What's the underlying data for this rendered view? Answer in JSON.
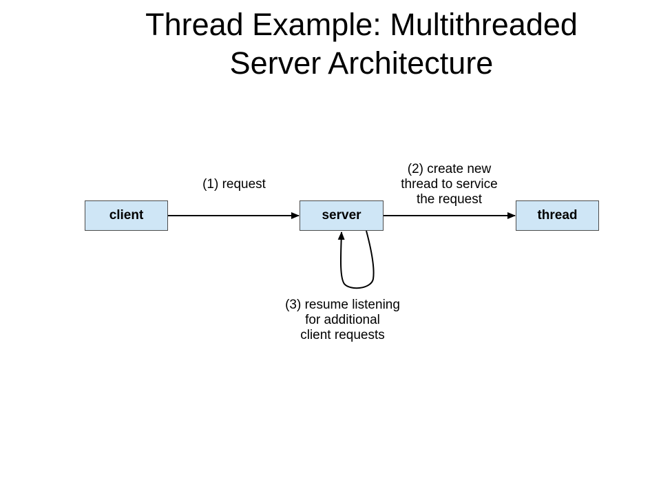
{
  "title": {
    "line1": "Thread Example: Multithreaded",
    "line2": "Server Architecture"
  },
  "nodes": {
    "client": "client",
    "server": "server",
    "thread": "thread"
  },
  "edges": {
    "request": {
      "line1": "(1) request"
    },
    "create": {
      "line1": "(2) create new",
      "line2": "thread to service",
      "line3": "the request"
    },
    "resume": {
      "line1": "(3) resume listening",
      "line2": "for additional",
      "line3": "client requests"
    }
  },
  "colors": {
    "box_fill": "#cfe6f6",
    "box_border": "#4a4a4a",
    "line": "#000000"
  }
}
